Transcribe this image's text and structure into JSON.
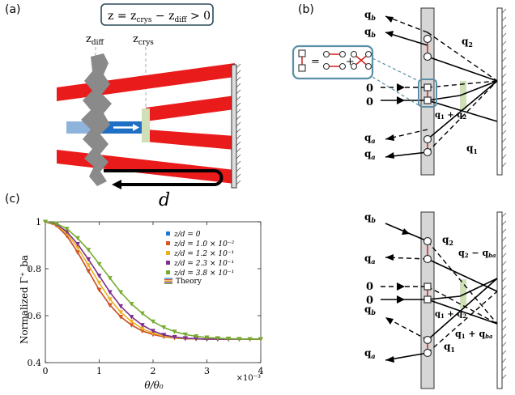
{
  "panels": {
    "a": {
      "label": "(a)",
      "equation": "z = z_crys − z_diff > 0",
      "eq_main": "z = z",
      "eq_sub1": "crys",
      "eq_mid": " − z",
      "eq_sub2": "diff",
      "eq_tail": " > 0",
      "zdiff": "z",
      "zdiff_sub": "diff",
      "zcrys": "z",
      "zcrys_sub": "crys",
      "d_label": "d"
    },
    "b": {
      "label": "(b)",
      "top_labels": {
        "qb1": "q",
        "qb1_sub": "b",
        "qb2": "q",
        "qb2_sub": "b",
        "q2": "q",
        "q2_sub": "2",
        "zero1": "0",
        "zero2": "0",
        "q1q2": "q",
        "q1q2_sub1": "1",
        "q1q2_plus": " + q",
        "q1q2_sub2": "2",
        "qa1": "q",
        "qa1_sub": "a",
        "qa2": "q",
        "qa2_sub": "a",
        "q1": "q",
        "q1_sub": "1"
      },
      "inset_eq": "=",
      "inset_plus": "+",
      "bottom_labels": {
        "qb1": "q",
        "qb1_sub": "b",
        "q2": "q",
        "q2_sub": "2",
        "qa1": "q",
        "qa1_sub": "a",
        "q2qba": "q",
        "q2qba_sub1": "2",
        "q2qba_minus": " − q",
        "q2qba_sub2": "ba",
        "zero1": "0",
        "zero2": "0",
        "q1q2": "q",
        "q1q2_sub1": "1",
        "q1q2_plus": " + q",
        "q1q2_sub2": "2",
        "qb2": "q",
        "qb2_sub": "b",
        "q1qba": "q",
        "q1qba_sub1": "1",
        "q1qba_plus": " + q",
        "q1qba_sub2": "ba",
        "qa2": "q",
        "qa2_sub": "a",
        "q1": "q",
        "q1_sub": "1"
      }
    },
    "c": {
      "label": "(c)",
      "xlabel": "θ/θ₀",
      "ylabel": "Normalized Γ⁺_ba",
      "xmult": "×10⁻³",
      "theory_label": "Theory"
    }
  },
  "chart_data": {
    "type": "line",
    "xlabel": "θ/θ₀",
    "ylabel": "Normalized Γ⁺_ba",
    "x_multiplier": "×10⁻³",
    "xlim": [
      0,
      4
    ],
    "ylim": [
      0.4,
      1.0
    ],
    "xticks": [
      "0",
      "1",
      "2",
      "3",
      "4"
    ],
    "yticks": [
      "0.4",
      "0.6",
      "0.8",
      "1"
    ],
    "legend_position": "top-right",
    "series": [
      {
        "name": "z/d = 0",
        "color": "#1f77d4",
        "sigma": 0.8,
        "x": [
          0,
          0.2,
          0.4,
          0.6,
          0.8,
          1.0,
          1.2,
          1.4,
          1.6,
          1.8,
          2.0,
          2.2,
          2.4,
          2.6,
          2.8,
          3.0,
          3.2,
          3.4,
          3.6,
          3.8,
          4.0
        ],
        "values": [
          1.0,
          0.985,
          0.94,
          0.87,
          0.79,
          0.71,
          0.645,
          0.595,
          0.56,
          0.535,
          0.52,
          0.51,
          0.505,
          0.502,
          0.501,
          0.5,
          0.5,
          0.5,
          0.5,
          0.5,
          0.5
        ]
      },
      {
        "name": "z/d = 1.0 × 10⁻²",
        "color": "#d9541e",
        "sigma": 0.8,
        "x": [
          0,
          0.2,
          0.4,
          0.6,
          0.8,
          1.0,
          1.2,
          1.4,
          1.6,
          1.8,
          2.0,
          2.2,
          2.4,
          2.6,
          2.8,
          3.0,
          3.2,
          3.4,
          3.6,
          3.8,
          4.0
        ],
        "values": [
          1.0,
          0.985,
          0.94,
          0.87,
          0.79,
          0.71,
          0.645,
          0.595,
          0.56,
          0.535,
          0.52,
          0.51,
          0.505,
          0.502,
          0.501,
          0.5,
          0.5,
          0.5,
          0.5,
          0.5,
          0.5
        ]
      },
      {
        "name": "z/d = 1.2 × 10⁻¹",
        "color": "#edb120",
        "sigma": 0.88,
        "x": [
          0,
          0.2,
          0.4,
          0.6,
          0.8,
          1.0,
          1.2,
          1.4,
          1.6,
          1.8,
          2.0,
          2.2,
          2.4,
          2.6,
          2.8,
          3.0,
          3.2,
          3.4,
          3.6,
          3.8,
          4.0
        ],
        "values": [
          1.0,
          0.987,
          0.95,
          0.89,
          0.815,
          0.74,
          0.67,
          0.615,
          0.575,
          0.545,
          0.525,
          0.513,
          0.506,
          0.503,
          0.501,
          0.5,
          0.5,
          0.5,
          0.5,
          0.5,
          0.5
        ]
      },
      {
        "name": "z/d = 2.3 × 10⁻¹",
        "color": "#7e2f8e",
        "sigma": 0.97,
        "x": [
          0,
          0.2,
          0.4,
          0.6,
          0.8,
          1.0,
          1.2,
          1.4,
          1.6,
          1.8,
          2.0,
          2.2,
          2.4,
          2.6,
          2.8,
          3.0,
          3.2,
          3.4,
          3.6,
          3.8,
          4.0
        ],
        "values": [
          1.0,
          0.99,
          0.958,
          0.905,
          0.84,
          0.77,
          0.7,
          0.64,
          0.595,
          0.56,
          0.535,
          0.518,
          0.509,
          0.504,
          0.502,
          0.5,
          0.5,
          0.5,
          0.5,
          0.5,
          0.5
        ]
      },
      {
        "name": "z/d = 3.8 × 10⁻¹",
        "color": "#77ac30",
        "sigma": 1.15,
        "x": [
          0,
          0.2,
          0.4,
          0.6,
          0.8,
          1.0,
          1.2,
          1.4,
          1.6,
          1.8,
          2.0,
          2.2,
          2.4,
          2.6,
          2.8,
          3.0,
          3.2,
          3.4,
          3.6,
          3.8,
          4.0
        ],
        "values": [
          1.0,
          0.993,
          0.97,
          0.93,
          0.88,
          0.82,
          0.76,
          0.7,
          0.65,
          0.61,
          0.575,
          0.55,
          0.532,
          0.52,
          0.512,
          0.507,
          0.504,
          0.502,
          0.501,
          0.5,
          0.5
        ]
      }
    ]
  }
}
